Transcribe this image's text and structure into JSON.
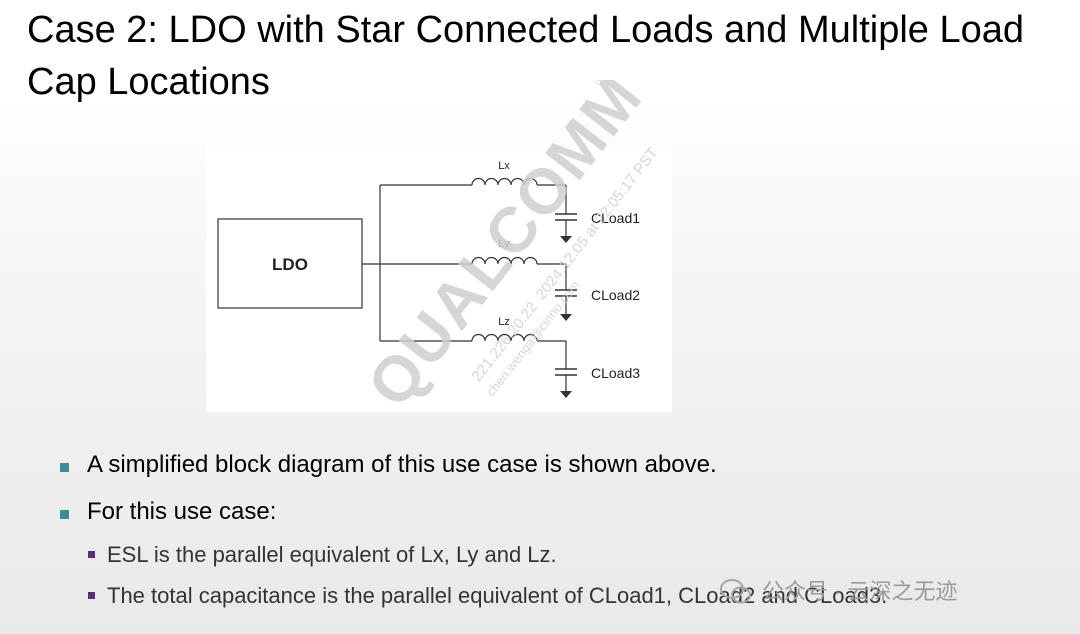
{
  "slide": {
    "title": "Case 2: LDO with Star Connected Loads and Multiple Load Cap Locations"
  },
  "diagram": {
    "block_label": "LDO",
    "inductors": [
      "Lx",
      "Ly",
      "Lz"
    ],
    "caps": [
      "CLoad1",
      "CLoad2",
      "CLoad3"
    ]
  },
  "watermark": {
    "brand": "QUALCOMM",
    "registered": "®",
    "line1": "221.226.20.22",
    "line2": "chen.wenga@cinno.com",
    "line3": "2024.12.05 at 22:05:17 PST"
  },
  "bullets": {
    "b1": "A simplified block diagram of this use case is shown above.",
    "b2": "For this use case:",
    "s1": "ESL is the parallel equivalent of Lx, Ly and Lz.",
    "s2": "The total capacitance is the parallel equivalent of CLoad1, CLoad2 and CLoad3."
  },
  "footer": {
    "text": "公众号 · 云深之无迹",
    "icon": "wechat-icon"
  }
}
